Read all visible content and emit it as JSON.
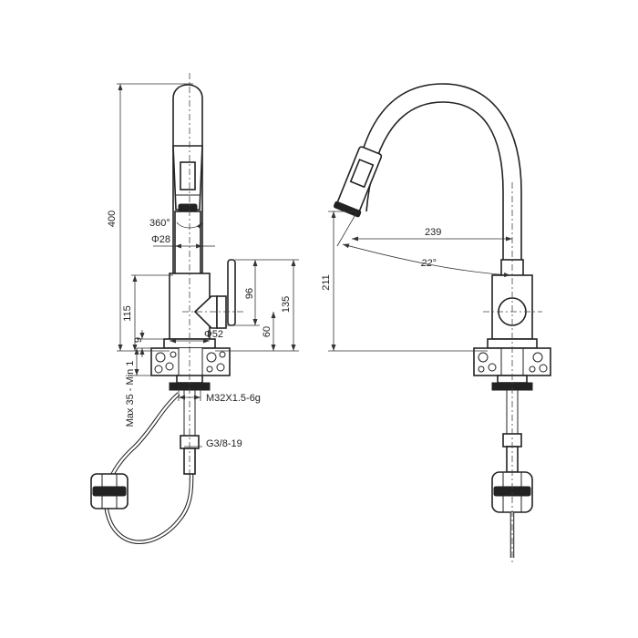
{
  "dimensions": {
    "total_height": "400",
    "swivel": "360°",
    "spout_diameter": "Φ28",
    "base_height": "115",
    "handle_height": "96",
    "body_height": "135",
    "handle_axis": "60",
    "body_diameter": "Φ52",
    "deck_gap": "9",
    "deck_thickness": "Max 35 - Min 1",
    "mount_thread": "M32X1.5-6g",
    "hose_thread": "G3/8-19",
    "reach": "239",
    "spray_angle": "22°",
    "outlet_height": "211"
  }
}
